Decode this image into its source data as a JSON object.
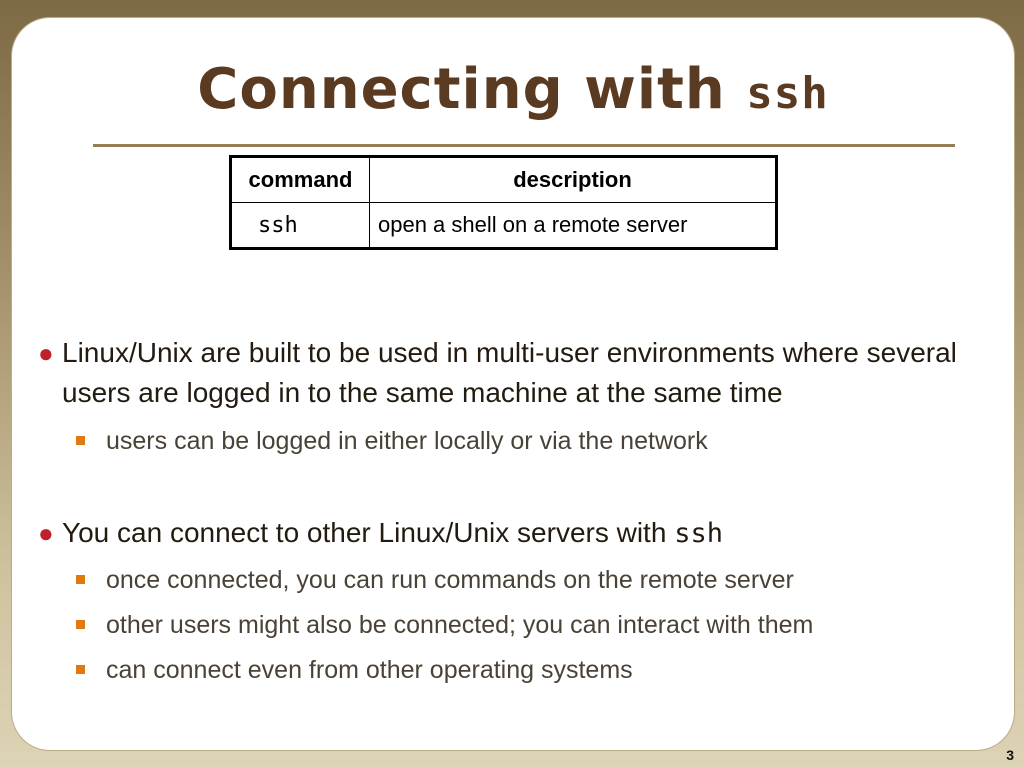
{
  "slide": {
    "title_text": "Connecting with ",
    "title_mono": "ssh",
    "page_number": "3"
  },
  "table": {
    "headers": [
      "command",
      "description"
    ],
    "rows": [
      {
        "command": "ssh",
        "description": "open a shell on a remote server"
      }
    ]
  },
  "bullets": [
    {
      "text": "Linux/Unix are built to be used in multi-user environments where several users are logged in to the same machine at the same time",
      "sub": [
        "users can be logged in either locally or via the network"
      ]
    },
    {
      "text": "You can connect to other Linux/Unix servers with ",
      "text_mono": "ssh",
      "sub": [
        "once connected, you can run commands on the remote server",
        "other users might also be connected;  you can interact with them",
        "can connect even from other operating systems"
      ]
    }
  ],
  "colors": {
    "title": "#5a3a21",
    "bullet_dot": "#c0202a",
    "sub_bullet_square": "#e07a10"
  }
}
